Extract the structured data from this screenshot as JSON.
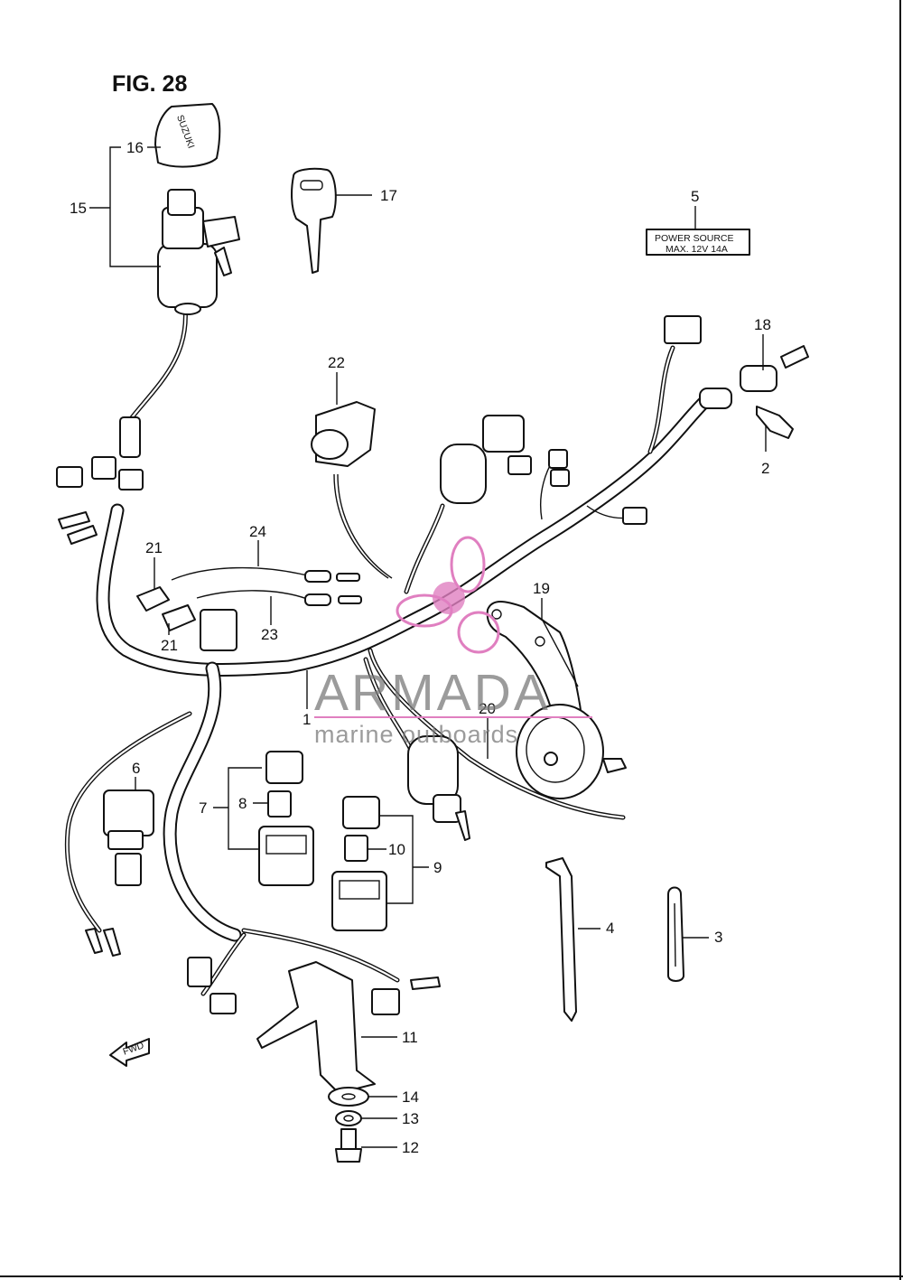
{
  "figure": {
    "title": "FIG. 28"
  },
  "callouts": {
    "c1": "1",
    "c2": "2",
    "c3": "3",
    "c4": "4",
    "c5": "5",
    "c6": "6",
    "c7": "7",
    "c8": "8",
    "c9": "9",
    "c10": "10",
    "c11": "11",
    "c12": "12",
    "c13": "13",
    "c14": "14",
    "c15": "15",
    "c16": "16",
    "c17": "17",
    "c18": "18",
    "c19": "19",
    "c20": "20",
    "c21a": "21",
    "c21b": "21",
    "c22": "22",
    "c23": "23",
    "c24": "24"
  },
  "power_label": {
    "line1": "POWER SOURCE",
    "line2": "MAX. 12V 14A"
  },
  "key_cap_text": "SUZUKI",
  "direction_arrow": "FWD",
  "watermark": {
    "brand": "ARMADA",
    "tagline": "marine outboards",
    "accent_color": "#e07fc0"
  },
  "colors": {
    "ink": "#111111",
    "paper": "#ffffff",
    "watermark_text": "#7a7a7a"
  }
}
